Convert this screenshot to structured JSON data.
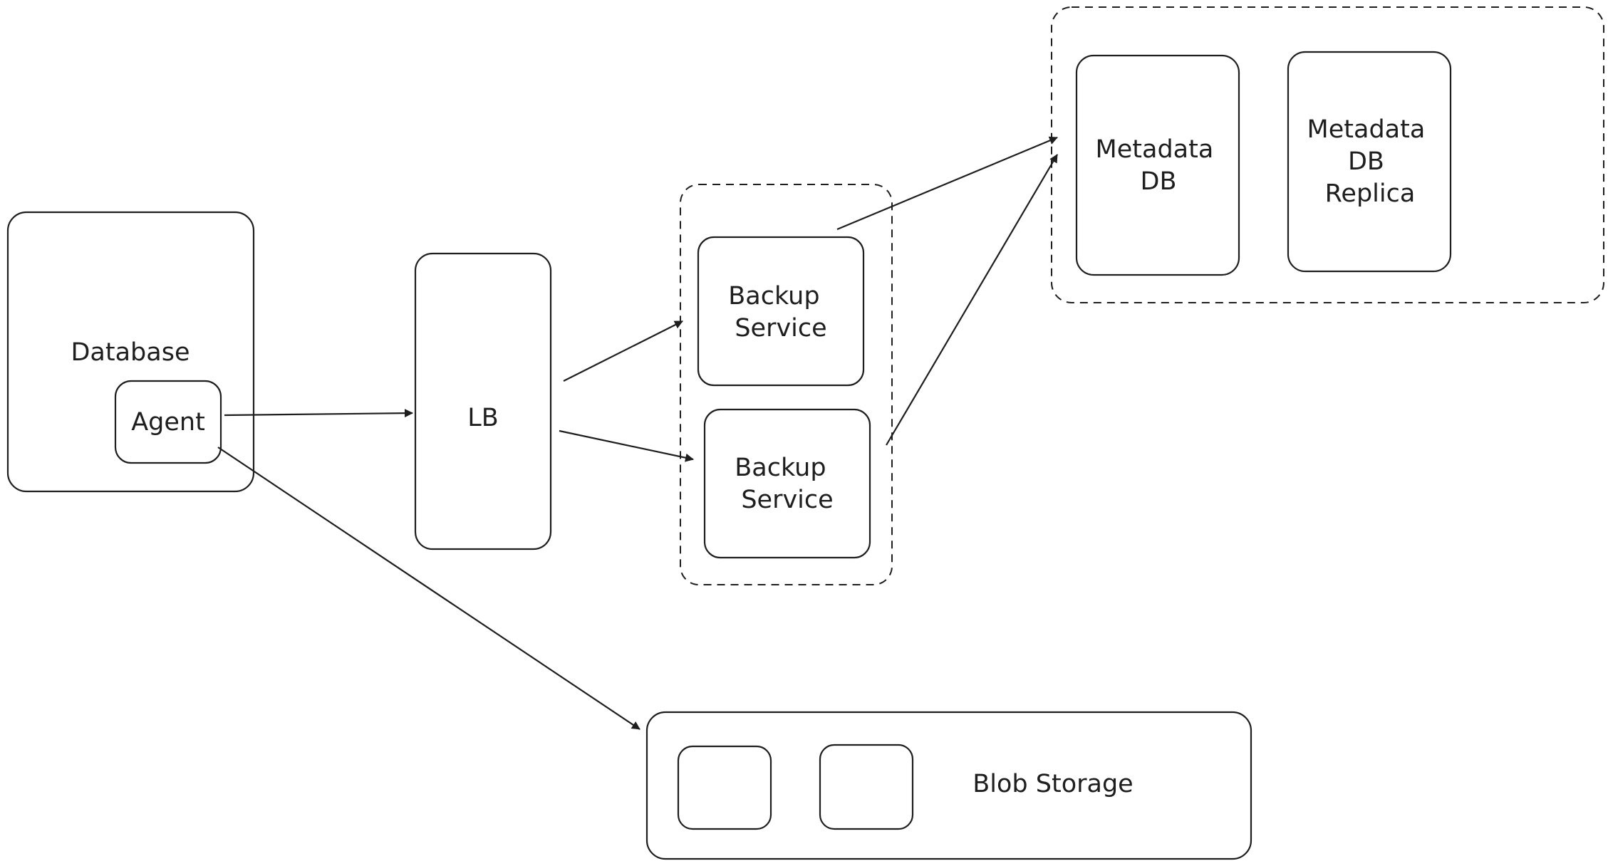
{
  "nodes": {
    "database": {
      "label": "Database"
    },
    "agent": {
      "label": "Agent"
    },
    "lb": {
      "label": "LB"
    },
    "backup_service_1": {
      "label_lines": [
        "Backup",
        "Service"
      ]
    },
    "backup_service_2": {
      "label_lines": [
        "Backup",
        "Service"
      ]
    },
    "metadata_db": {
      "label_lines": [
        "Metadata",
        "DB"
      ]
    },
    "metadata_db_replica": {
      "label_lines": [
        "Metadata",
        "DB",
        "Replica"
      ]
    },
    "blob_storage": {
      "label": "Blob Storage"
    }
  },
  "edges": [
    {
      "from": "agent",
      "to": "lb"
    },
    {
      "from": "lb",
      "to": "backup_service_1"
    },
    {
      "from": "lb",
      "to": "backup_service_2"
    },
    {
      "from": "backup_service_1",
      "to": "metadata_db"
    },
    {
      "from": "backup_service_2",
      "to": "metadata_db"
    },
    {
      "from": "agent",
      "to": "blob_storage"
    }
  ],
  "colors": {
    "stroke": "#1e1e1e",
    "background": "#ffffff"
  }
}
